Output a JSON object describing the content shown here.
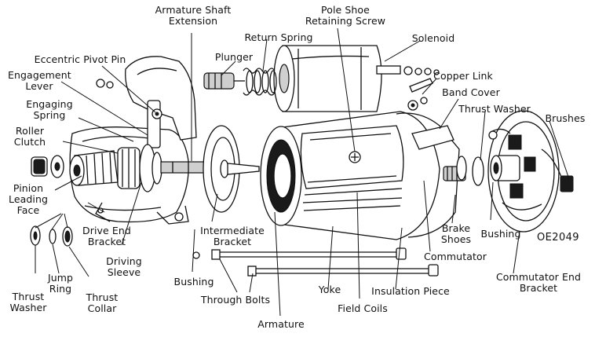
{
  "labels": {
    "armature_shaft": [
      "Armature Shaft",
      "Extension"
    ],
    "pole_shoe": [
      "Pole Shoe",
      "Retaining Screw"
    ],
    "return_spring": "Return Spring",
    "solenoid": "Solenoid",
    "plunger": "Plunger",
    "eccentric_pivot": "Eccentric Pivot Pin",
    "copper_link": "Copper Link",
    "engagement_lever": [
      "Engagement",
      "Lever"
    ],
    "band_cover": "Band Cover",
    "thrust_washer_right": "Thrust Washer",
    "brushes": "Brushes",
    "engaging_spring": [
      "Engaging",
      "Spring"
    ],
    "roller_clutch": [
      "Roller",
      "Clutch"
    ],
    "pinion": [
      "Pinion",
      "Leading",
      "Face"
    ],
    "drive_end": [
      "Drive End",
      "Bracket"
    ],
    "intermediate": [
      "Intermediate",
      "Bracket"
    ],
    "brake_shoes": [
      "Brake",
      "Shoes"
    ],
    "bushing_right": "Bushing",
    "code": "OE2049",
    "commutator": "Commutator",
    "driving_sleeve": [
      "Driving",
      "Sleeve"
    ],
    "jump_ring": [
      "Jump",
      "Ring"
    ],
    "thrust_collar": [
      "Thrust",
      "Collar"
    ],
    "thrust_washer_left": [
      "Thrust",
      "Washer"
    ],
    "bushing_bottom": "Bushing",
    "through_bolts": "Through Bolts",
    "yoke": "Yoke",
    "insulation": "Insulation Piece",
    "commutator_end": [
      "Commutator End",
      "Bracket"
    ],
    "field_coils": "Field Coils",
    "armature": "Armature"
  }
}
